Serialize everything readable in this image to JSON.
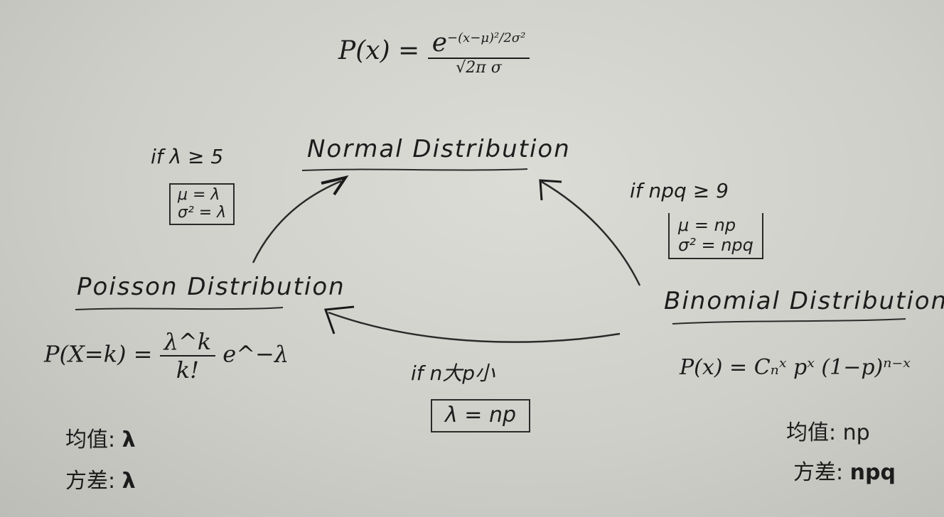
{
  "normal": {
    "title": "Normal Distribution",
    "formula_lhs": "P(x) =",
    "formula_num": "e",
    "formula_exp": "−(x−μ)²/2σ²",
    "formula_den": "√2π σ"
  },
  "poisson": {
    "title": "Poisson Distribution",
    "formula_lhs": "P(X=k) =",
    "formula_num": "λ^k",
    "formula_den": "k!",
    "formula_tail": "e^−λ",
    "mean_label": "均值:",
    "mean_value": "λ",
    "var_label": "方差:",
    "var_value": "λ"
  },
  "binomial": {
    "title": "Binomial Distribution",
    "formula": "P(x) = Cₙˣ pˣ (1−p)ⁿ⁻ˣ",
    "mean_label": "均值:",
    "mean_value": "np",
    "var_label": "方差:",
    "var_value": "npq"
  },
  "edges": {
    "poisson_to_normal": {
      "condition": "if λ ≥ 5",
      "line1": "μ = λ",
      "line2": "σ² = λ"
    },
    "binomial_to_normal": {
      "condition": "if npq ≥ 9",
      "line1": "μ = np",
      "line2": "σ² = npq"
    },
    "binomial_to_poisson": {
      "condition": "if n大p小",
      "line1": "λ = np"
    }
  }
}
